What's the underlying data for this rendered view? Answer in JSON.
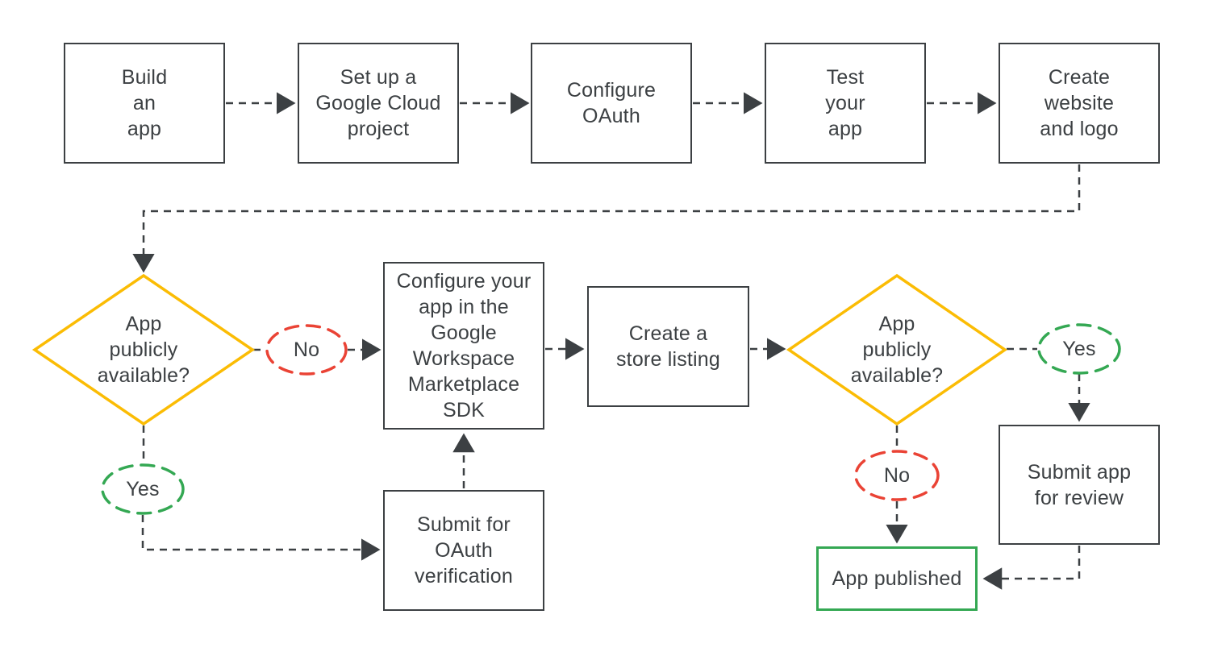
{
  "colors": {
    "ink": "#3c4043",
    "box-outline": "#3c4043",
    "decision-outline": "#fbbc04",
    "no-outline": "#ea4335",
    "yes-outline": "#34a853",
    "published-outline": "#34a853",
    "background": "#ffffff"
  },
  "nodes": {
    "build_app": {
      "label": "Build\nan\napp"
    },
    "setup_project": {
      "label": "Set up a\nGoogle Cloud\nproject"
    },
    "configure_oauth": {
      "label": "Configure\nOAuth"
    },
    "test_app": {
      "label": "Test\nyour\napp"
    },
    "create_website": {
      "label": "Create\nwebsite\nand logo"
    },
    "decision_public_1": {
      "label": "App\npublicly\navailable?"
    },
    "no_1": {
      "label": "No"
    },
    "yes_1": {
      "label": "Yes"
    },
    "configure_sdk": {
      "label": "Configure your\napp in the\nGoogle\nWorkspace\nMarketplace\nSDK"
    },
    "store_listing": {
      "label": "Create a\nstore listing"
    },
    "decision_public_2": {
      "label": "App\npublicly\navailable?"
    },
    "yes_2": {
      "label": "Yes"
    },
    "no_2": {
      "label": "No"
    },
    "submit_review": {
      "label": "Submit app\nfor review"
    },
    "submit_oauth_verification": {
      "label": "Submit for\nOAuth\nverification"
    },
    "app_published": {
      "label": "App published"
    }
  }
}
